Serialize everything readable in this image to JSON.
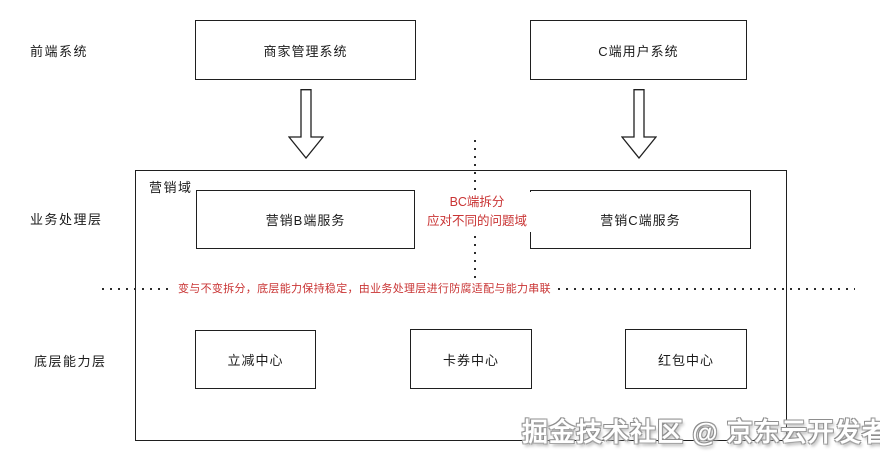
{
  "diagram": {
    "layers": {
      "frontend": "前端系统",
      "business": "业务处理层",
      "capability": "底层能力层"
    },
    "frontend_systems": {
      "merchant_system": "商家管理系统",
      "c_user_system": "C端用户系统"
    },
    "marketing_domain": {
      "label": "营销域",
      "b_service": "营销B端服务",
      "c_service": "营销C端服务",
      "instant_discount_center": "立减中心",
      "coupon_center": "卡券中心",
      "red_packet_center": "红包中心"
    },
    "annotations": {
      "bc_split_line1": "BC端拆分",
      "bc_split_line2": "应对不同的问题域",
      "stability_note": "变与不变拆分，底层能力保持稳定，由业务处理层进行防腐适配与能力串联"
    },
    "watermark": "掘金技术社区 @ 京东云开发者",
    "colors": {
      "line": "#1f1f1f",
      "annotation_red": "#c93434",
      "background": "#ffffff"
    }
  }
}
